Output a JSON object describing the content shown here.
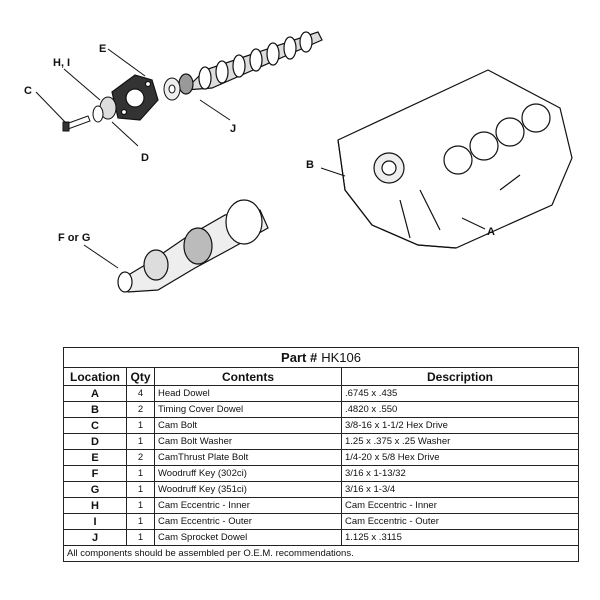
{
  "diagram": {
    "callouts": {
      "E": "E",
      "HI": "H, I",
      "C": "C",
      "J": "J",
      "D": "D",
      "B": "B",
      "A": "A",
      "FG": "F or G"
    }
  },
  "table": {
    "title_label": "Part #",
    "part_number": "HK106",
    "headers": {
      "location": "Location",
      "qty": "Qty",
      "contents": "Contents",
      "description": "Description"
    },
    "rows": [
      {
        "location": "A",
        "qty": "4",
        "contents": "Head Dowel",
        "description": ".6745 x .435"
      },
      {
        "location": "B",
        "qty": "2",
        "contents": "Timing Cover Dowel",
        "description": ".4820 x .550"
      },
      {
        "location": "C",
        "qty": "1",
        "contents": "Cam Bolt",
        "description": "3/8-16 x 1-1/2 Hex Drive"
      },
      {
        "location": "D",
        "qty": "1",
        "contents": "Cam Bolt Washer",
        "description": "1.25 x .375 x .25 Washer"
      },
      {
        "location": "E",
        "qty": "2",
        "contents": "CamThrust Plate Bolt",
        "description": "1/4-20 x 5/8 Hex Drive"
      },
      {
        "location": "F",
        "qty": "1",
        "contents": "Woodruff Key (302ci)",
        "description": "3/16 x 1-13/32"
      },
      {
        "location": "G",
        "qty": "1",
        "contents": "Woodruff Key (351ci)",
        "description": "3/16 x 1-3/4"
      },
      {
        "location": "H",
        "qty": "1",
        "contents": "Cam Eccentric - Inner",
        "description": "Cam Eccentric - Inner"
      },
      {
        "location": "I",
        "qty": "1",
        "contents": "Cam Eccentric - Outer",
        "description": "Cam Eccentric - Outer"
      },
      {
        "location": "J",
        "qty": "1",
        "contents": "Cam Sprocket Dowel",
        "description": "1.125 x .3115"
      }
    ],
    "footer": "All components should be assembled per O.E.M. recommendations."
  }
}
